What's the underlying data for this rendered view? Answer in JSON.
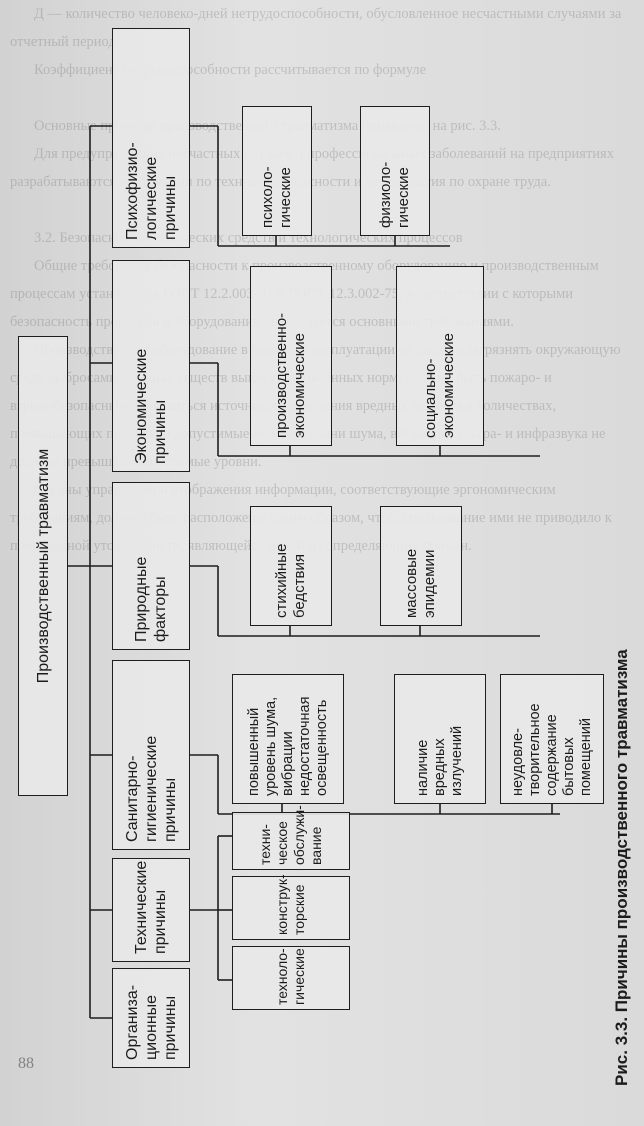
{
  "diagram": {
    "root": "Производственный травматизм",
    "categories": [
      {
        "key": "org",
        "label": "Организа-\nционные\nпричины",
        "children": []
      },
      {
        "key": "tech",
        "label": "Технические\nпричины",
        "children": [
          "техноло-\nгические",
          "конструк-\nторские",
          "техни-\nческое\nобслужи-\nвание"
        ]
      },
      {
        "key": "sanit",
        "label": "Санитарно-\nгигиенические\nпричины",
        "children": [
          "повышенный\nуровень шума,\nвибрации\nнедостаточная\nосвещенность",
          "наличие\nвредных\nизлучений",
          "неудовле-\nтворительное\nсодержание\nбытовых\nпомещений"
        ]
      },
      {
        "key": "nature",
        "label": "Природные\nфакторы",
        "children": [
          "стихийные\nбедствия",
          "массовые\nэпидемии"
        ]
      },
      {
        "key": "econ",
        "label": "Экономические\nпричины",
        "children": [
          "производственно-\nэкономические",
          "социально-\nэкономические"
        ]
      },
      {
        "key": "psycho",
        "label": "Психофизио-\nлогические\nпричины",
        "children": [
          "психоло-\nгические",
          "физиоло-\nгические"
        ]
      }
    ]
  },
  "caption": "Рис. 3.3. Причины производственного травматизма",
  "page_number": "88"
}
